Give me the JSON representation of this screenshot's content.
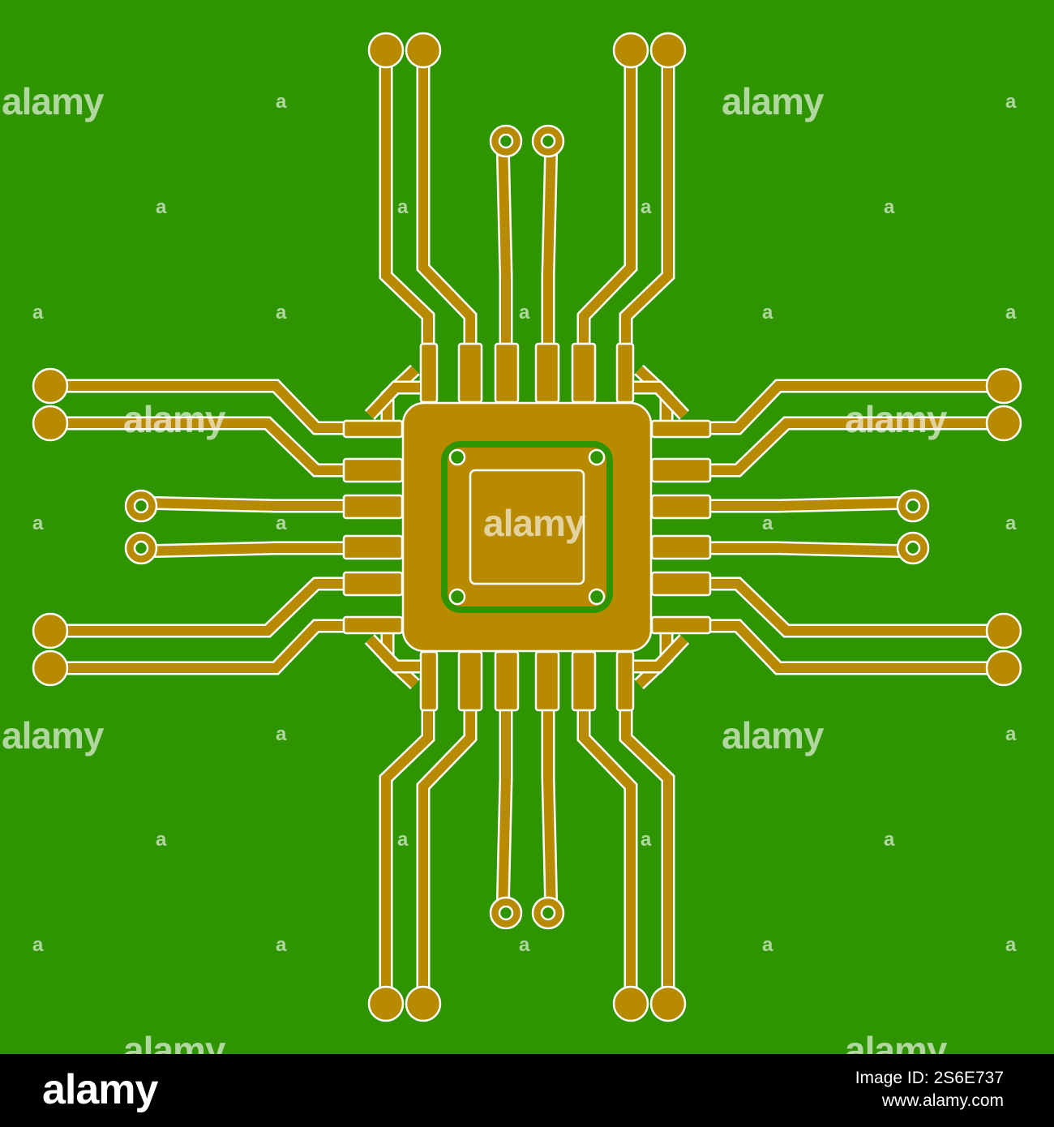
{
  "colors": {
    "board": "#2E9500",
    "copper": "#B88A00",
    "outline": "#FFFFFF",
    "footer": "#000000"
  },
  "watermark": {
    "big_text": "alamy",
    "small_text": "a"
  },
  "footer": {
    "logo": "alamy",
    "image_id": "Image ID: 2S6E737",
    "site": "www.alamy.com"
  }
}
